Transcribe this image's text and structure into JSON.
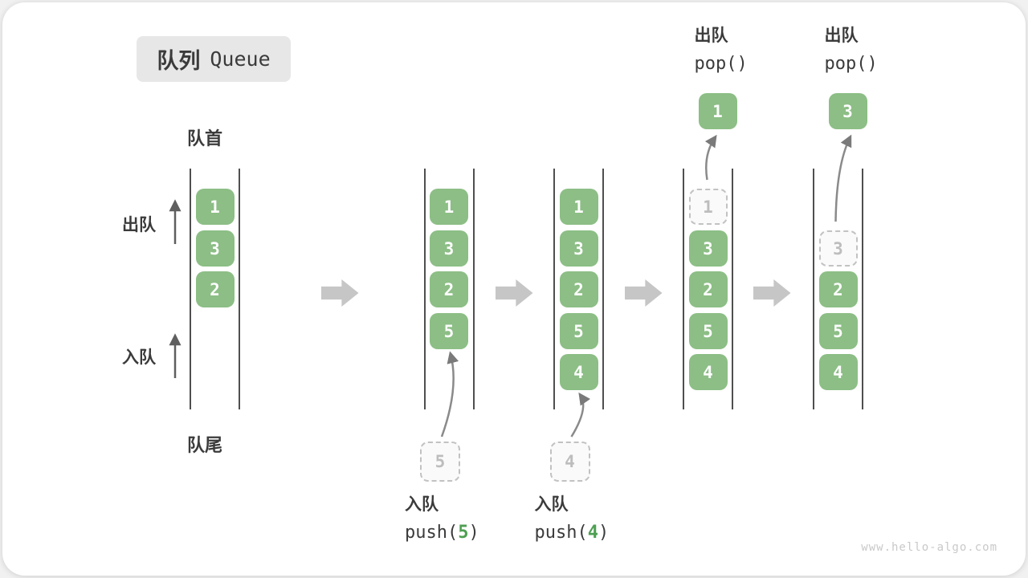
{
  "title": {
    "zh": "队列",
    "en": "Queue"
  },
  "side_labels": {
    "front": "队首",
    "rear": "队尾",
    "dequeue": "出队",
    "enqueue": "入队"
  },
  "watermark": "www.hello-algo.com",
  "colors": {
    "item_green": "#8CBE85",
    "item_text": "#fdfdfd",
    "code_arg_green": "#4E9F52",
    "dashed_border": "#c2c2c2",
    "dashed_text": "#bdbdbd",
    "channel_line": "#4f4f4f",
    "block_arrow": "#c6c6c6",
    "curve_arrow": "#8a8a8a",
    "side_arrow": "#5f5f5f",
    "label_text": "#3b3b3b",
    "title_box_bg": "#e7e7e7"
  },
  "columns": [
    {
      "name": "state-initial",
      "items": [
        {
          "value": "1",
          "slot": 0,
          "style": "solid"
        },
        {
          "value": "3",
          "slot": 1,
          "style": "solid"
        },
        {
          "value": "2",
          "slot": 2,
          "style": "solid"
        }
      ]
    },
    {
      "name": "state-after-push-5",
      "items": [
        {
          "value": "1",
          "slot": 0,
          "style": "solid"
        },
        {
          "value": "3",
          "slot": 1,
          "style": "solid"
        },
        {
          "value": "2",
          "slot": 2,
          "style": "solid"
        },
        {
          "value": "5",
          "slot": 3,
          "style": "solid"
        }
      ],
      "incoming": {
        "value": "5"
      },
      "op_bottom": {
        "label": "入队",
        "code_before": "push(",
        "arg": "5",
        "code_after": ")"
      }
    },
    {
      "name": "state-after-push-4",
      "items": [
        {
          "value": "1",
          "slot": 0,
          "style": "solid"
        },
        {
          "value": "3",
          "slot": 1,
          "style": "solid"
        },
        {
          "value": "2",
          "slot": 2,
          "style": "solid"
        },
        {
          "value": "5",
          "slot": 3,
          "style": "solid"
        },
        {
          "value": "4",
          "slot": 4,
          "style": "solid"
        }
      ],
      "incoming": {
        "value": "4"
      },
      "op_bottom": {
        "label": "入队",
        "code_before": "push(",
        "arg": "4",
        "code_after": ")"
      }
    },
    {
      "name": "state-after-pop-1",
      "items": [
        {
          "value": "1",
          "slot": 0,
          "style": "dashed"
        },
        {
          "value": "3",
          "slot": 1,
          "style": "solid"
        },
        {
          "value": "2",
          "slot": 2,
          "style": "solid"
        },
        {
          "value": "5",
          "slot": 3,
          "style": "solid"
        },
        {
          "value": "4",
          "slot": 4,
          "style": "solid"
        }
      ],
      "popped": {
        "value": "1"
      },
      "op_top": {
        "label": "出队",
        "code": "pop()"
      }
    },
    {
      "name": "state-after-pop-3",
      "items": [
        {
          "value": "3",
          "slot": 1,
          "style": "dashed"
        },
        {
          "value": "2",
          "slot": 2,
          "style": "solid"
        },
        {
          "value": "5",
          "slot": 3,
          "style": "solid"
        },
        {
          "value": "4",
          "slot": 4,
          "style": "solid"
        }
      ],
      "popped": {
        "value": "3"
      },
      "op_top": {
        "label": "出队",
        "code": "pop()"
      }
    }
  ]
}
